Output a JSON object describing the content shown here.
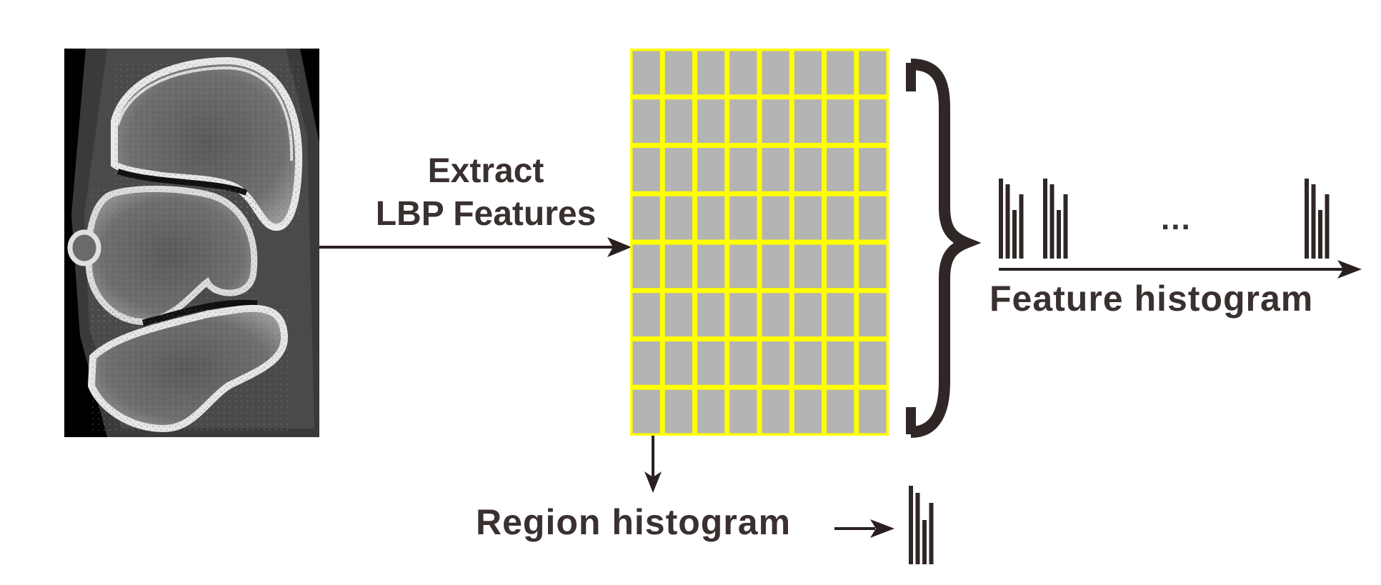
{
  "labels": {
    "extract_line1": "Extract",
    "extract_line2": "LBP Features",
    "feature_histogram": "Feature histogram",
    "region_histogram": "Region histogram",
    "ellipsis": "..."
  },
  "grid": {
    "rows": 8,
    "cols": 8,
    "cell_color": "#b4b4b4",
    "line_color": "#ffff00"
  },
  "colors": {
    "arrow": "#2a2020",
    "bars": "#2f2626",
    "ct_background": "#000000"
  },
  "ct_image": {
    "semantic": "ankle-ct-scan"
  }
}
